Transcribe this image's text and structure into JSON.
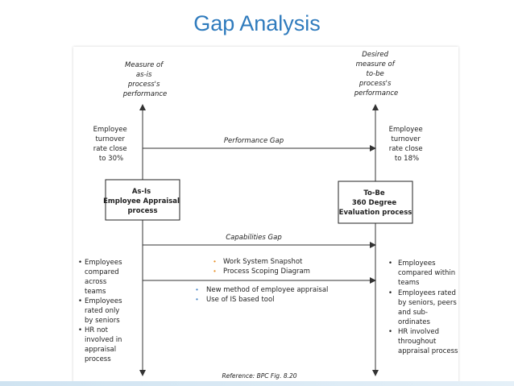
{
  "title": "Gap Analysis",
  "axis_left_label": [
    "Measure of",
    "as-is",
    "process's",
    "performance"
  ],
  "axis_right_label": [
    "Desired",
    "measure of",
    "to-be",
    "process's",
    "performance"
  ],
  "left_metric": [
    "Employee",
    "turnover",
    "rate close",
    "to 30%"
  ],
  "right_metric": [
    "Employee",
    "turnover",
    "rate close",
    "to 18%"
  ],
  "performance_gap": "Performance Gap",
  "asis_box": [
    "As-Is",
    "Employee Appraisal",
    "process"
  ],
  "tobe_box": [
    "To-Be",
    "360 Degree",
    "Evaluation process"
  ],
  "capabilities_gap": "Capabilities Gap",
  "bullet_glyph": "•",
  "left_bullets": [
    [
      "Employees",
      "compared",
      "across",
      "teams"
    ],
    [
      "Employees",
      "rated only",
      "by seniors"
    ],
    [
      "HR not",
      "involved in",
      "appraisal",
      "process"
    ]
  ],
  "middle_orange": [
    "Work System Snapshot",
    "Process Scoping Diagram"
  ],
  "middle_blue": [
    "New method of employee appraisal",
    "Use of IS based tool"
  ],
  "right_bullets": [
    [
      "Employees",
      "compared within",
      "teams"
    ],
    [
      "Employees rated",
      "by seniors, peers",
      "and sub-",
      "ordinates"
    ],
    [
      "HR involved",
      "throughout",
      "appraisal process"
    ]
  ],
  "reference": "Reference: BPC Fig. 8.20",
  "colors": {
    "title": "#2f7bbd",
    "orange_bullet": "#e8912a",
    "blue_bullet": "#4a86c5",
    "lines": "#333333"
  }
}
